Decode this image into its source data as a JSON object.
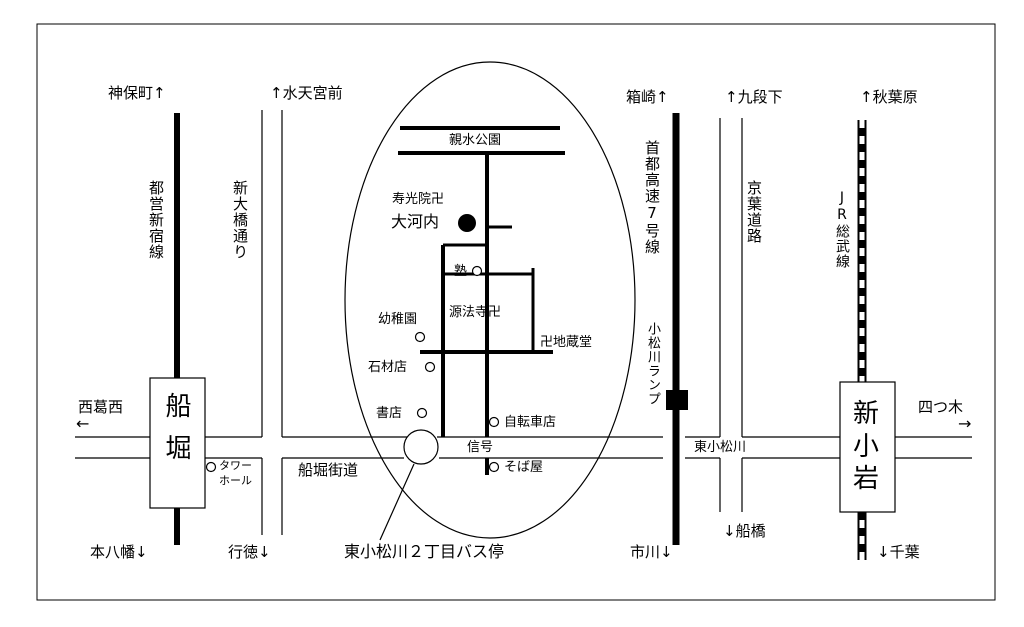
{
  "colors": {
    "ink": "#000000",
    "paper": "#ffffff"
  },
  "map": {
    "directions": {
      "jinbocho": "神保町",
      "suitengumae": "水天宮前",
      "hakozaki": "箱崎",
      "kudanshita": "九段下",
      "akihabara": "秋葉原",
      "nishikasai": "西葛西",
      "yotsugi": "四つ木",
      "motoyawata": "本八幡",
      "gyotoku": "行徳",
      "ichikawa": "市川",
      "funabashi": "船橋",
      "chiba": "千葉"
    },
    "arrows": {
      "up": "↑",
      "down": "↓",
      "left": "←",
      "right": "→"
    },
    "lines": {
      "toei_shinjuku": "都営新宿線",
      "shin_ohashi": "新大橋通り",
      "shuto_7": "首都高速7号線",
      "keiyo": "京葉道路",
      "jr_sobu": "JR総武線",
      "komatsugawa_ramp": "小松川ランプ"
    },
    "roads": {
      "funabori_kaido": "船堀街道",
      "higashi_komatsugawa": "東小松川"
    },
    "stations": {
      "funabori": "船堀",
      "shin_koiwa": "新小岩"
    },
    "landmarks": {
      "tower_hall": "タワーホール",
      "shinsui_koen": "親水公園",
      "jukoin": "寿光院卍",
      "okouchi": "大河内",
      "juku": "塾",
      "yochien": "幼稚園",
      "genpoji": "源法寺卍",
      "jizodo": "卍地蔵堂",
      "sekizaiten": "石材店",
      "shoten": "書店",
      "jitenshaten": "自転車店",
      "shingo": "信号",
      "sobaya": "そば屋",
      "bus_stop": "東小松川２丁目バス停"
    }
  }
}
